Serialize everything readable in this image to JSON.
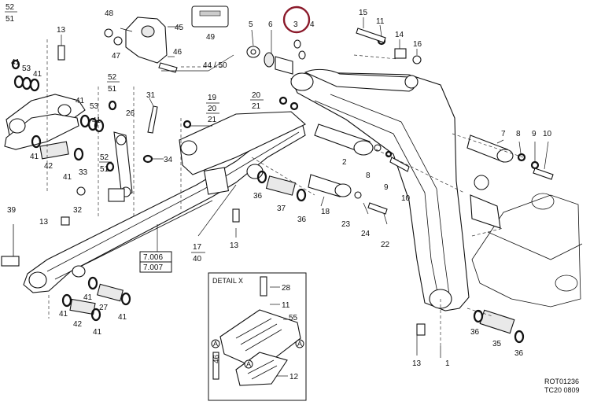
{
  "labels": [
    {
      "id": "n52a",
      "text": "52"
    },
    {
      "id": "n51a",
      "text": "51"
    },
    {
      "id": "n13a",
      "text": "13"
    },
    {
      "id": "n48",
      "text": "48"
    },
    {
      "id": "n47",
      "text": "47"
    },
    {
      "id": "n45",
      "text": "45"
    },
    {
      "id": "n46",
      "text": "46"
    },
    {
      "id": "n49",
      "text": "49"
    },
    {
      "id": "n4450",
      "text": "44 / 50"
    },
    {
      "id": "n5",
      "text": "5"
    },
    {
      "id": "n6",
      "text": "6"
    },
    {
      "id": "n3",
      "text": "3"
    },
    {
      "id": "n4",
      "text": "4"
    },
    {
      "id": "n15",
      "text": "15"
    },
    {
      "id": "n11a",
      "text": "11"
    },
    {
      "id": "n14",
      "text": "14"
    },
    {
      "id": "n16",
      "text": "16"
    },
    {
      "id": "n41a",
      "text": "41"
    },
    {
      "id": "n53a",
      "text": "53"
    },
    {
      "id": "n41b",
      "text": "41"
    },
    {
      "id": "n41c",
      "text": "41"
    },
    {
      "id": "n53b",
      "text": "53"
    },
    {
      "id": "n41d",
      "text": "41"
    },
    {
      "id": "n52b",
      "text": "52"
    },
    {
      "id": "n51b",
      "text": "51"
    },
    {
      "id": "n31",
      "text": "31"
    },
    {
      "id": "n26",
      "text": "26"
    },
    {
      "id": "n19",
      "text": "19"
    },
    {
      "id": "n20a",
      "text": "20"
    },
    {
      "id": "n21a",
      "text": "21"
    },
    {
      "id": "n20b",
      "text": "20"
    },
    {
      "id": "n21b",
      "text": "21"
    },
    {
      "id": "n41e",
      "text": "41"
    },
    {
      "id": "n42a",
      "text": "42"
    },
    {
      "id": "n41f",
      "text": "41"
    },
    {
      "id": "n34",
      "text": "34"
    },
    {
      "id": "n33",
      "text": "33"
    },
    {
      "id": "n52c",
      "text": "52"
    },
    {
      "id": "n51c",
      "text": "51"
    },
    {
      "id": "n32",
      "text": "32"
    },
    {
      "id": "n39",
      "text": "39"
    },
    {
      "id": "n13b",
      "text": "13"
    },
    {
      "id": "n2",
      "text": "2"
    },
    {
      "id": "n8a",
      "text": "8"
    },
    {
      "id": "n7",
      "text": "7"
    },
    {
      "id": "n8b",
      "text": "8"
    },
    {
      "id": "n9a",
      "text": "9"
    },
    {
      "id": "n10a",
      "text": "10"
    },
    {
      "id": "n9b",
      "text": "9"
    },
    {
      "id": "n10b",
      "text": "10"
    },
    {
      "id": "n36a",
      "text": "36"
    },
    {
      "id": "n37",
      "text": "37"
    },
    {
      "id": "n36b",
      "text": "36"
    },
    {
      "id": "n18",
      "text": "18"
    },
    {
      "id": "n23",
      "text": "23"
    },
    {
      "id": "n24",
      "text": "24"
    },
    {
      "id": "n22",
      "text": "22"
    },
    {
      "id": "n13c",
      "text": "13"
    },
    {
      "id": "n17",
      "text": "17"
    },
    {
      "id": "n40",
      "text": "40"
    },
    {
      "id": "n41g",
      "text": "41"
    },
    {
      "id": "n27",
      "text": "27"
    },
    {
      "id": "n41h",
      "text": "41"
    },
    {
      "id": "n41i",
      "text": "41"
    },
    {
      "id": "n42b",
      "text": "42"
    },
    {
      "id": "n41j",
      "text": "41"
    },
    {
      "id": "n28",
      "text": "28"
    },
    {
      "id": "n11b",
      "text": "11"
    },
    {
      "id": "n55",
      "text": "55"
    },
    {
      "id": "n46b",
      "text": "46"
    },
    {
      "id": "n12",
      "text": "12"
    },
    {
      "id": "n36c",
      "text": "36"
    },
    {
      "id": "n35",
      "text": "35"
    },
    {
      "id": "n36d",
      "text": "36"
    },
    {
      "id": "n13d",
      "text": "13"
    },
    {
      "id": "n1",
      "text": "1"
    },
    {
      "id": "nX",
      "text": "X"
    }
  ],
  "refs": {
    "ref1": "7.006",
    "ref2": "7.007"
  },
  "detail_title": "DETAIL X",
  "callout_A": "A",
  "footer": {
    "line1": "ROT01236",
    "line2": "TC20 0809"
  },
  "colors": {
    "highlight_circle": "#8b1a2b",
    "ink": "#111111"
  }
}
